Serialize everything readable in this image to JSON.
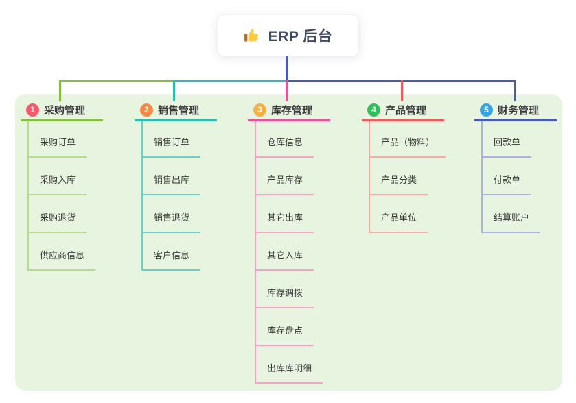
{
  "root": {
    "label": "ERP 后台",
    "icon": "thumbs-up"
  },
  "canvas": {
    "background": "#FFFFFF",
    "panel_background": "#E6F4E0",
    "text_color": "#3A3A3A",
    "root_text_color": "#3F4961"
  },
  "connector_color": "#4458C8",
  "branches": [
    {
      "num": "1",
      "label": "采购管理",
      "badge_color": "#F7596B",
      "line_color": "#85BE3B",
      "sub_line_color": "#B5DC8E",
      "children": [
        "采购订单",
        "采购入库",
        "采购退货",
        "供应商信息"
      ]
    },
    {
      "num": "2",
      "label": "销售管理",
      "badge_color": "#F9893E",
      "line_color": "#26BFB2",
      "sub_line_color": "#66D1C6",
      "children": [
        "销售订单",
        "销售出库",
        "销售退货",
        "客户信息"
      ]
    },
    {
      "num": "3",
      "label": "库存管理",
      "badge_color": "#FBAF3F",
      "line_color": "#EE4D9C",
      "sub_line_color": "#F7A3C8",
      "children": [
        "仓库信息",
        "产品库存",
        "其它出库",
        "其它入库",
        "库存调拨",
        "库存盘点",
        "出库库明细"
      ]
    },
    {
      "num": "4",
      "label": "产品管理",
      "badge_color": "#2EBE5B",
      "line_color": "#F8575A",
      "sub_line_color": "#FCA9A6",
      "children": [
        "产品（物料）",
        "产品分类",
        "产品单位"
      ]
    },
    {
      "num": "5",
      "label": "财务管理",
      "badge_color": "#32A6E9",
      "line_color": "#4458C8",
      "sub_line_color": "#A8B4E6",
      "children": [
        "回款单",
        "付款单",
        "结算账户"
      ]
    }
  ]
}
